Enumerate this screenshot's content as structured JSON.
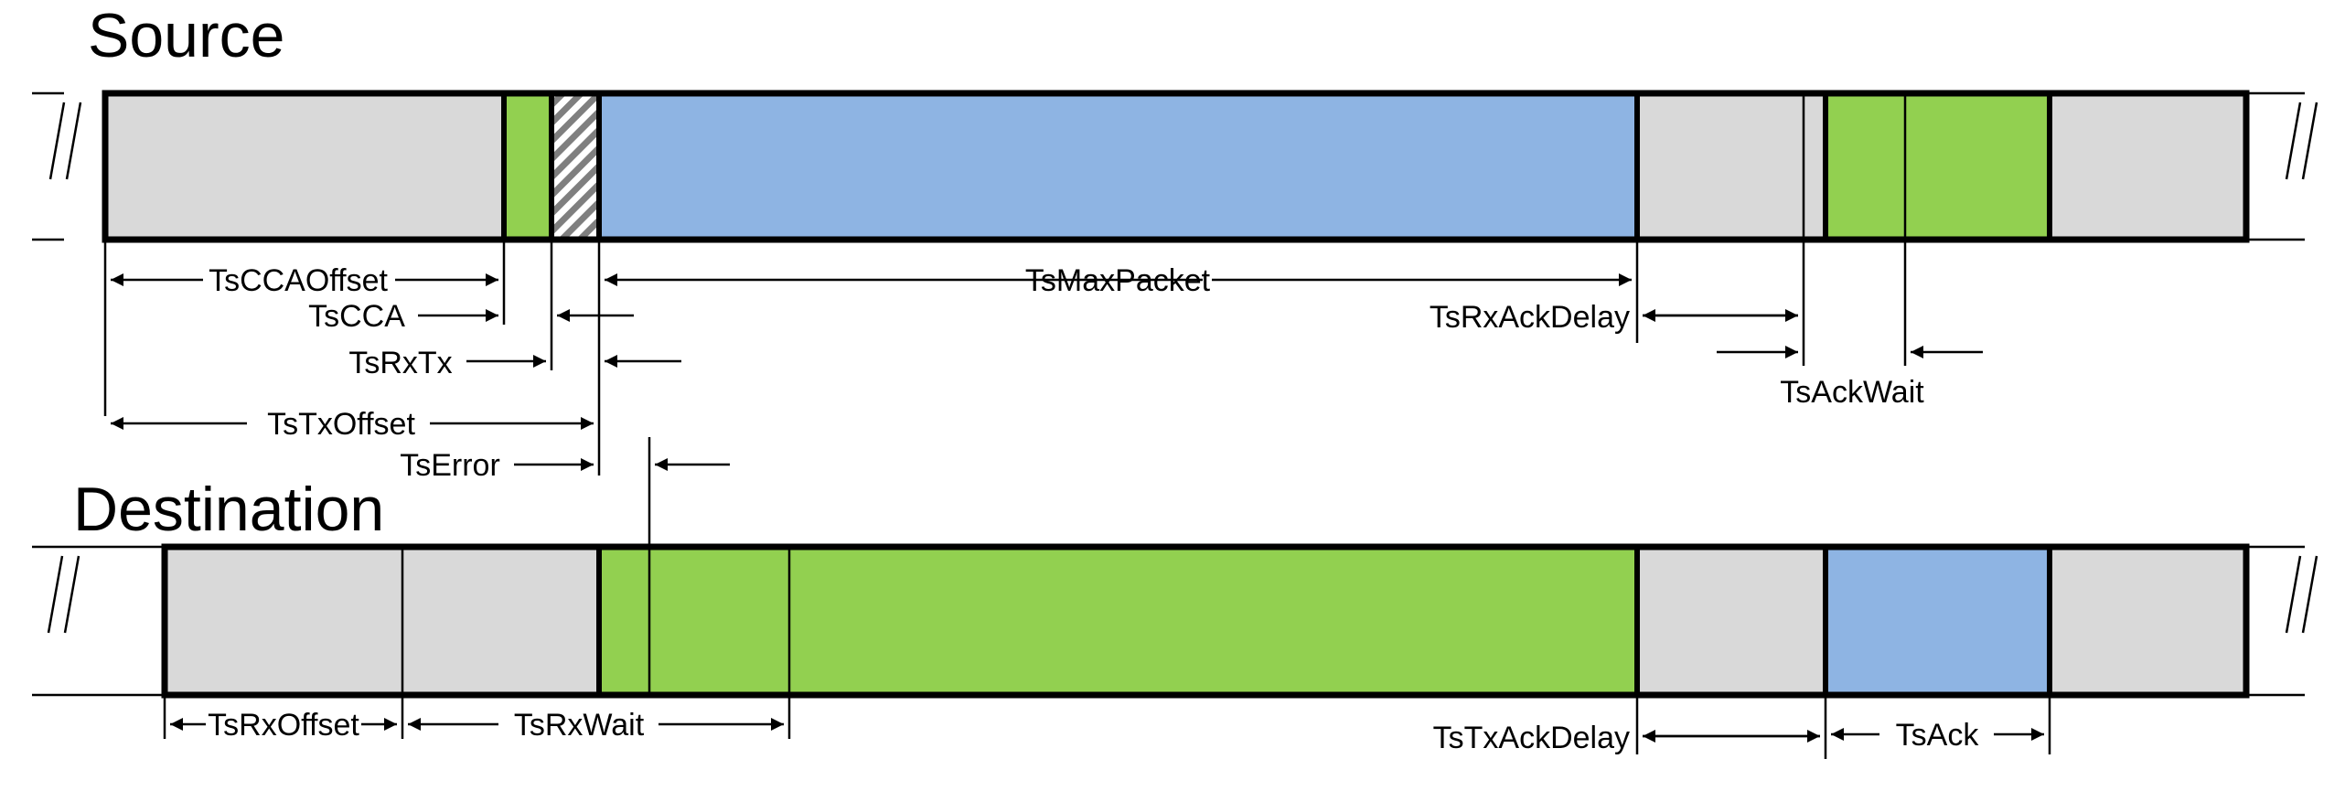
{
  "source": {
    "title": "Source",
    "labels": {
      "cca_offset": "TsCCAOffset",
      "cca": "TsCCA",
      "rxtx": "TsRxTx",
      "tx_offset": "TsTxOffset",
      "error": "TsError",
      "max_packet": "TsMaxPacket",
      "rx_ack_delay": "TsRxAckDelay",
      "ack_wait": "TsAckWait"
    }
  },
  "destination": {
    "title": "Destination",
    "labels": {
      "rx_offset": "TsRxOffset",
      "rx_wait": "TsRxWait",
      "tx_ack_delay": "TsTxAckDelay",
      "ack": "TsAck"
    }
  },
  "colors": {
    "idle": "#d9d9d9",
    "receive": "#92d050",
    "transmit": "#8eb4e3",
    "turnaround_hatch": "#7f7f7f"
  }
}
